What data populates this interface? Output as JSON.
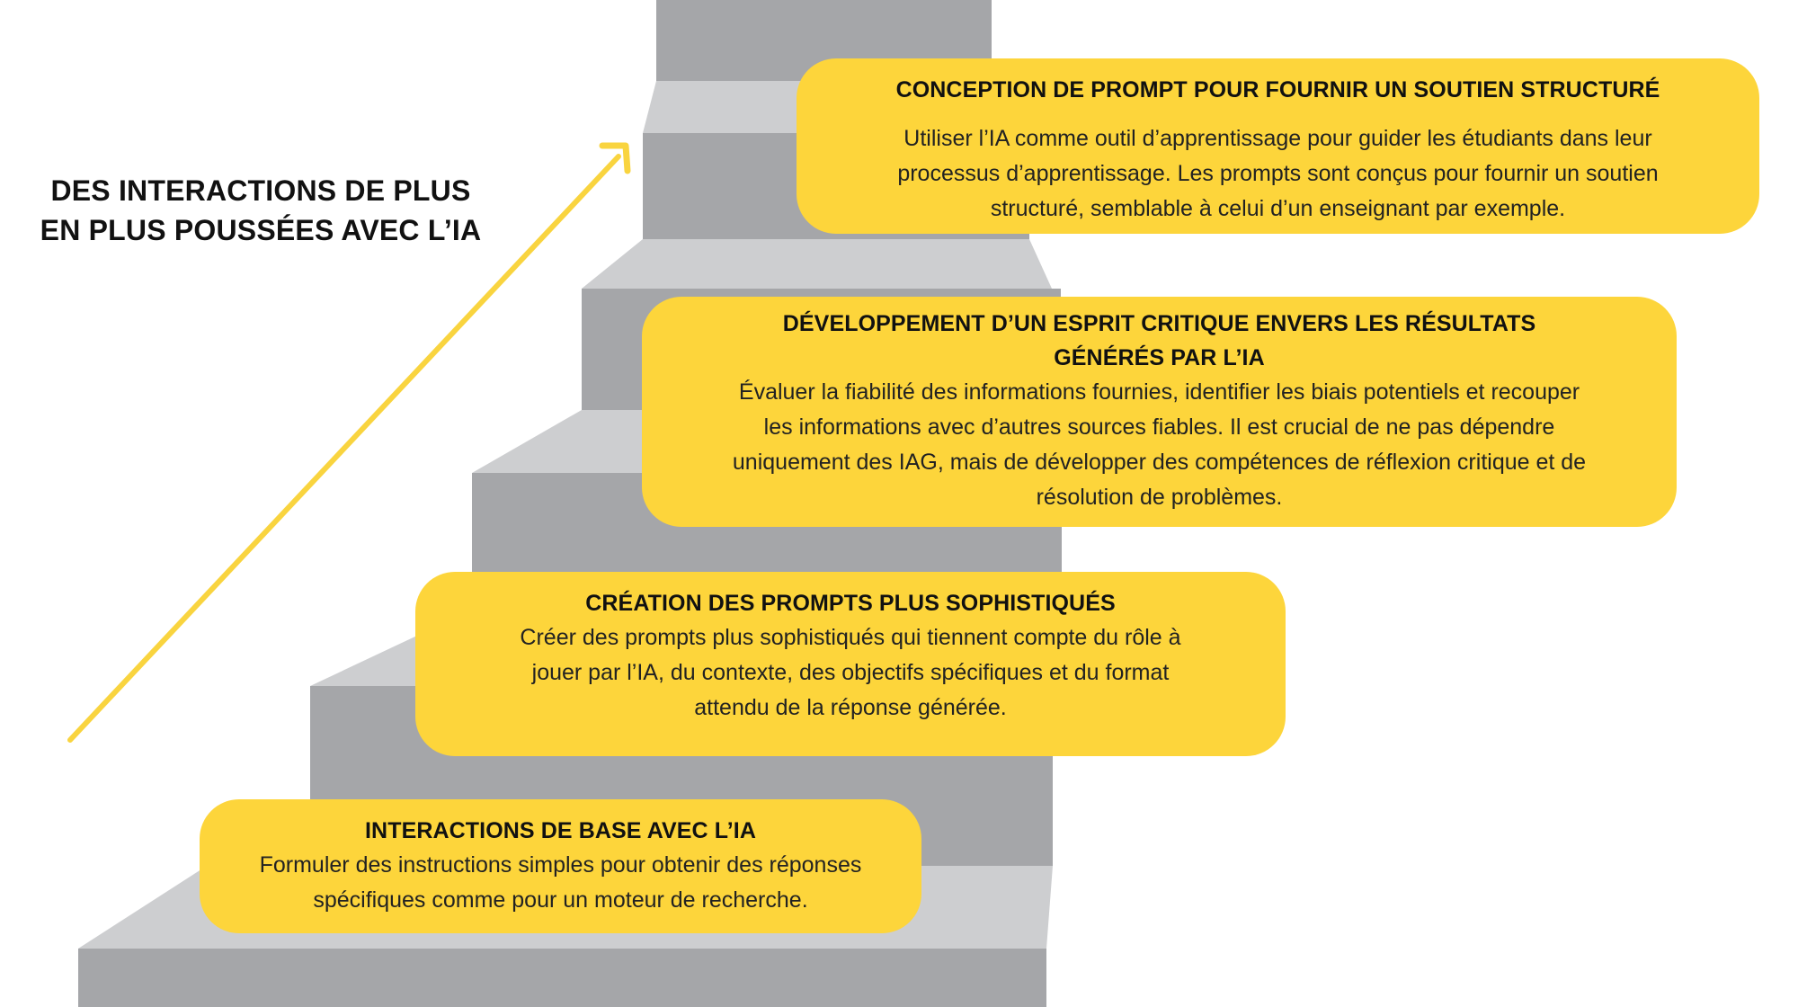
{
  "side_title": {
    "line1": "DES INTERACTIONS DE PLUS",
    "line2": "EN PLUS POUSSÉES AVEC L’IA"
  },
  "colors": {
    "card": "#fdd53b",
    "arrow": "#f9d43f",
    "stair_riser": "#a5a6a9",
    "stair_tread": "#cdced0"
  },
  "steps": [
    {
      "title": "INTERACTIONS DE BASE AVEC L’IA",
      "desc1": "Formuler des instructions simples pour obtenir des réponses",
      "desc2": "spécifiques comme pour un moteur de recherche."
    },
    {
      "title": "CRÉATION DES PROMPTS PLUS SOPHISTIQUÉS",
      "desc1": "Créer des prompts plus sophistiqués qui tiennent compte du rôle à",
      "desc2": "jouer par l’IA, du contexte, des objectifs spécifiques et du format",
      "desc3": "attendu de la réponse générée."
    },
    {
      "title1": "DÉVELOPPEMENT D’UN ESPRIT CRITIQUE ENVERS LES RÉSULTATS",
      "title2": "GÉNÉRÉS PAR L’IA",
      "desc1": "Évaluer la fiabilité des informations fournies, identifier les biais potentiels et recouper",
      "desc2": "les informations avec d’autres sources fiables. Il est crucial de ne pas dépendre",
      "desc3": "uniquement des IAG, mais de développer des compétences de réflexion critique et de",
      "desc4": "résolution de problèmes."
    },
    {
      "title": "CONCEPTION DE PROMPT POUR FOURNIR UN SOUTIEN STRUCTURÉ",
      "desc1": "Utiliser l’IA comme outil d’apprentissage pour guider les étudiants dans leur",
      "desc2": "processus d’apprentissage. Les prompts sont conçus pour fournir un soutien",
      "desc3": "structuré, semblable à celui d’un enseignant par exemple."
    }
  ]
}
